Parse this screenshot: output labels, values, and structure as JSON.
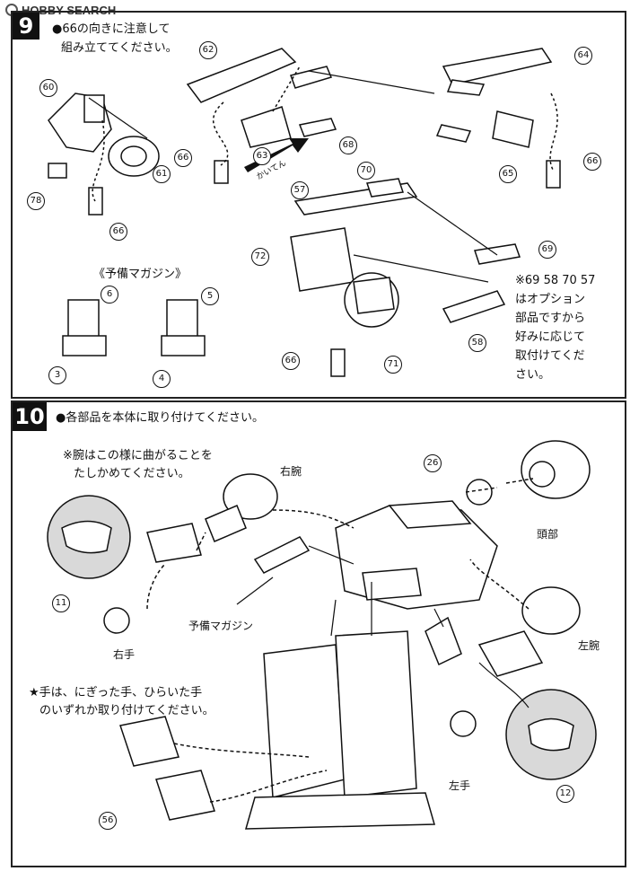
{
  "watermark": "HOBBY SEARCH",
  "step9": {
    "number": "9",
    "instruction_line1": "●66の向きに注意して",
    "instruction_line2": "組み立ててください。",
    "spare_magazine_title": "《予備マガジン》",
    "option_note": [
      "※69 58 70 57",
      "はオプション",
      "部品ですから",
      "好みに応じて",
      "取付けてくだ",
      "さい。"
    ],
    "arrow_label": "かいてん",
    "parts": [
      "60",
      "62",
      "64",
      "78",
      "61",
      "66",
      "63",
      "68",
      "65",
      "66",
      "66",
      "70",
      "57",
      "72",
      "69",
      "6",
      "5",
      "3",
      "4",
      "58",
      "66",
      "71"
    ]
  },
  "step10": {
    "number": "10",
    "instruction": "●各部品を本体に取り付けてください。",
    "arm_note_line1": "※腕はこの様に曲がることを",
    "arm_note_line2": "たしかめてください。",
    "label_right_arm": "右腕",
    "label_head": "頭部",
    "label_spare_magazine": "予備マガジン",
    "label_left_arm": "左腕",
    "label_right_hand": "右手",
    "label_left_hand": "左手",
    "hand_note_line1": "★手は、にぎった手、ひらいた手",
    "hand_note_line2": "のいずれか取り付けてください。",
    "parts": [
      "26",
      "11",
      "12",
      "56"
    ]
  },
  "colors": {
    "ink": "#111111",
    "paper": "#ffffff",
    "bubble": "#d9d9d9"
  }
}
